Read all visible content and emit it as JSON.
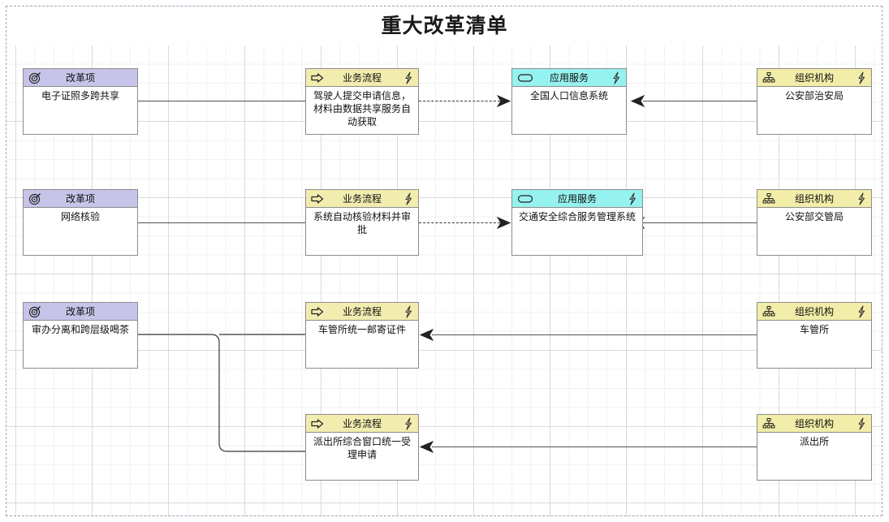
{
  "page": {
    "title": "重大改革清单",
    "colors": {
      "reform_header": "#c6c4e8",
      "process_header": "#f2ecaf",
      "service_header": "#96f2ee",
      "org_header": "#f2eda8",
      "node_border": "#8c8c8c",
      "connector": "#555555",
      "grid_major": "#d9d9d9",
      "grid_minor": "#f2f2f2",
      "page_border": "#9aa6bd"
    }
  },
  "rows": [
    {
      "reform": {
        "type_label": "改革项",
        "name": "电子证照多跨共享",
        "icon_left": "target-icon",
        "icon_right": ""
      },
      "process": {
        "type_label": "业务流程",
        "name": "驾驶人提交申请信息，材料由数据共享服务自动获取",
        "icon_left": "arrow-right-icon",
        "icon_right": "lightning-icon"
      },
      "service": {
        "type_label": "应用服务",
        "name": "全国人口信息系统",
        "icon_left": "rounded-rect-icon",
        "icon_right": "lightning-icon"
      },
      "org": {
        "type_label": "组织机构",
        "name": "公安部治安局",
        "icon_left": "org-chart-icon",
        "icon_right": "lightning-icon"
      }
    },
    {
      "reform": {
        "type_label": "改革项",
        "name": "网络核验",
        "icon_left": "target-icon",
        "icon_right": ""
      },
      "process": {
        "type_label": "业务流程",
        "name": "系统自动核验材料并审批",
        "icon_left": "arrow-right-icon",
        "icon_right": "lightning-icon"
      },
      "service": {
        "type_label": "应用服务",
        "name": "交通安全综合服务管理系统",
        "icon_left": "rounded-rect-icon",
        "icon_right": "lightning-icon"
      },
      "org": {
        "type_label": "组织机构",
        "name": "公安部交管局",
        "icon_left": "org-chart-icon",
        "icon_right": "lightning-icon"
      }
    },
    {
      "reform": {
        "type_label": "改革项",
        "name": "审办分离和跨层级喝茶",
        "icon_left": "target-icon",
        "icon_right": ""
      },
      "process": {
        "type_label": "业务流程",
        "name": "车管所统一邮寄证件",
        "icon_left": "arrow-right-icon",
        "icon_right": "lightning-icon"
      },
      "org": {
        "type_label": "组织机构",
        "name": "车管所",
        "icon_left": "org-chart-icon",
        "icon_right": "lightning-icon"
      }
    },
    {
      "process": {
        "type_label": "业务流程",
        "name": "派出所综合窗口统一受理申请",
        "icon_left": "arrow-right-icon",
        "icon_right": "lightning-icon"
      },
      "org": {
        "type_label": "组织机构",
        "name": "派出所",
        "icon_left": "org-chart-icon",
        "icon_right": "lightning-icon"
      }
    }
  ]
}
